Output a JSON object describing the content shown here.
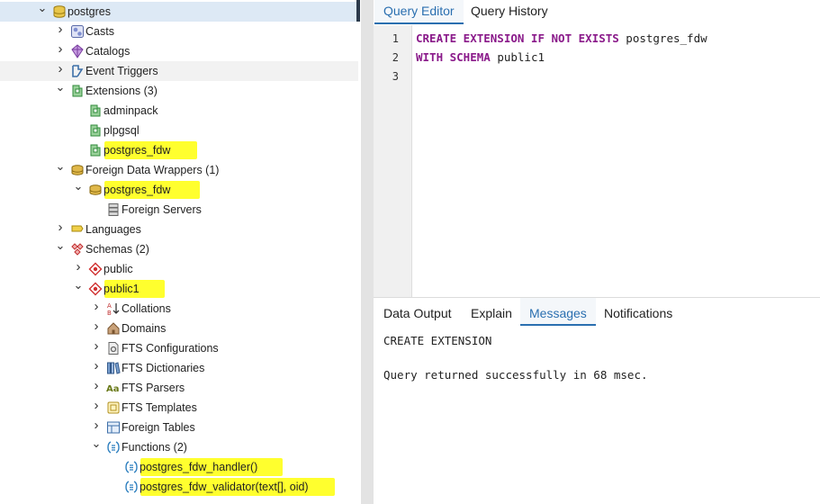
{
  "tree": {
    "rows": [
      {
        "label": "postgres",
        "icon": "database-icon",
        "chev": "down"
      },
      {
        "label": "Casts",
        "icon": "cast-icon",
        "chev": "right"
      },
      {
        "label": "Catalogs",
        "icon": "catalog-icon",
        "chev": "right"
      },
      {
        "label": "Event Triggers",
        "icon": "event-trigger-icon",
        "chev": "right"
      },
      {
        "label": "Extensions (3)",
        "icon": "extension-icon",
        "chev": "down"
      },
      {
        "label": "adminpack",
        "icon": "extension-icon"
      },
      {
        "label": "plpgsql",
        "icon": "extension-icon"
      },
      {
        "label": "postgres_fdw",
        "icon": "extension-icon",
        "highlight": true
      },
      {
        "label": "Foreign Data Wrappers (1)",
        "icon": "fdw-icon",
        "chev": "down"
      },
      {
        "label": "postgres_fdw",
        "icon": "fdw-icon",
        "chev": "down",
        "highlight": true
      },
      {
        "label": "Foreign Servers",
        "icon": "foreign-server-icon"
      },
      {
        "label": "Languages",
        "icon": "language-icon",
        "chev": "right"
      },
      {
        "label": "Schemas (2)",
        "icon": "schemas-icon",
        "chev": "down"
      },
      {
        "label": "public",
        "icon": "schema-icon",
        "chev": "right"
      },
      {
        "label": "public1",
        "icon": "schema-icon",
        "chev": "down",
        "highlight": true
      },
      {
        "label": "Collations",
        "icon": "collation-icon",
        "chev": "right"
      },
      {
        "label": "Domains",
        "icon": "domain-icon",
        "chev": "right"
      },
      {
        "label": "FTS Configurations",
        "icon": "fts-config-icon",
        "chev": "right"
      },
      {
        "label": "FTS Dictionaries",
        "icon": "fts-dictionary-icon",
        "chev": "right"
      },
      {
        "label": "FTS Parsers",
        "icon": "fts-parser-icon",
        "chev": "right"
      },
      {
        "label": "FTS Templates",
        "icon": "fts-template-icon",
        "chev": "right"
      },
      {
        "label": "Foreign Tables",
        "icon": "foreign-table-icon",
        "chev": "right"
      },
      {
        "label": "Functions (2)",
        "icon": "function-icon",
        "chev": "down"
      },
      {
        "label": "postgres_fdw_handler()",
        "icon": "function-icon",
        "highlight": true
      },
      {
        "label": "postgres_fdw_validator(text[], oid)",
        "icon": "function-icon",
        "highlight": true
      }
    ]
  },
  "editor_tabs": [
    "Query Editor",
    "Query History"
  ],
  "editor": {
    "line_numbers": [
      "1",
      "2",
      "3"
    ],
    "lines": [
      [
        {
          "t": "CREATE EXTENSION IF NOT EXISTS",
          "kw": true
        },
        {
          "t": " postgres_fdw",
          "kw": false
        }
      ],
      [
        {
          "t": "WITH SCHEMA",
          "kw": true
        },
        {
          "t": " public1",
          "kw": false
        }
      ],
      []
    ]
  },
  "output_tabs": [
    "Data Output",
    "Explain",
    "Messages",
    "Notifications"
  ],
  "messages": [
    "CREATE EXTENSION",
    "",
    "Query returned successfully in 68 msec."
  ],
  "colors": {
    "highlight": "#ffff2e",
    "accent": "#2a6fb0",
    "keyword": "#8a1a8a",
    "selection": "#dde9f5"
  }
}
